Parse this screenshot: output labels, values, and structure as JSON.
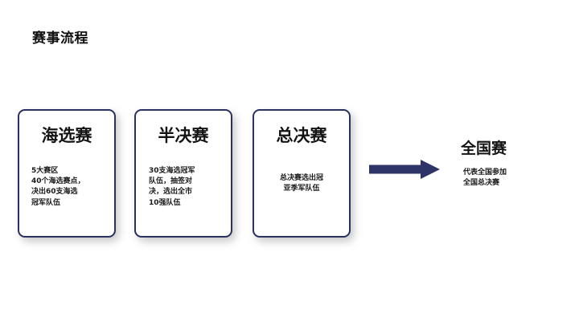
{
  "slide": {
    "title": "赛事流程",
    "background_color": "#ffffff",
    "accent_color": "#2b3160",
    "arrow_color": "#2e3468",
    "text_color": "#141414"
  },
  "stages": [
    {
      "heading": "海选赛",
      "body": "5大赛区\n40个海选赛点，\n决出60支海选\n冠军队伍"
    },
    {
      "heading": "半决赛",
      "body": "30支海选冠军\n队伍，抽签对\n决，选出全市\n10强队伍"
    },
    {
      "heading": "总决赛",
      "body": "总决赛选出冠\n亚季军队伍"
    }
  ],
  "arrow": {
    "icon": "right-block-arrow-icon",
    "direction": "right"
  },
  "final_stage": {
    "heading": "全国赛",
    "body": "代表全国参加\n全国总决赛"
  }
}
